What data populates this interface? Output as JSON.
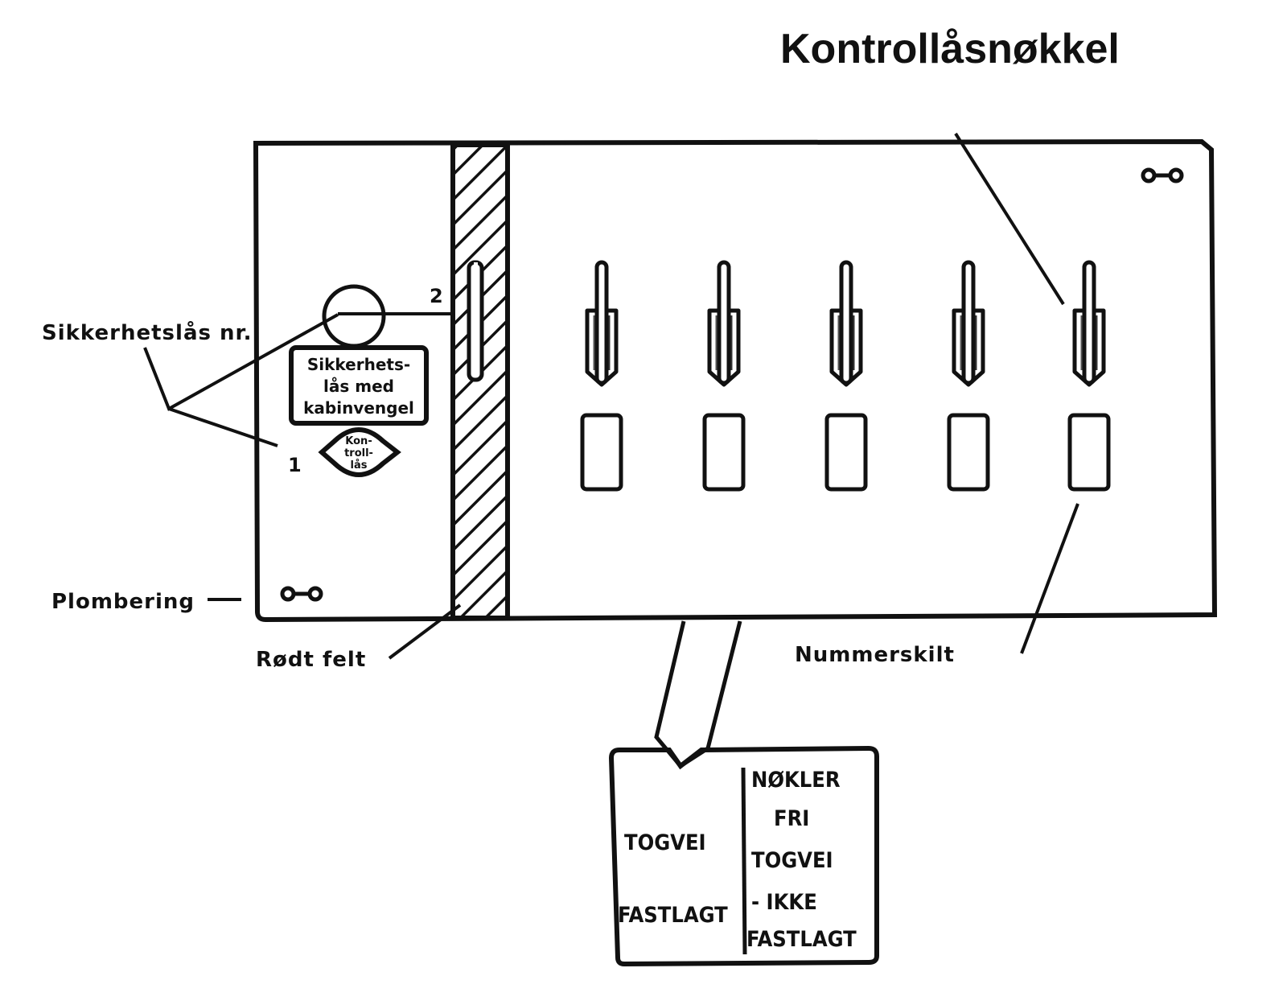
{
  "diagram": {
    "title": "Kontrollåsnøkkel",
    "labels": {
      "safety_lock_no": "Sikkerhetslås nr.",
      "sealing": "Plombering",
      "red_field": "Rødt felt",
      "number_plate": "Nummerskilt",
      "callout_1": "1",
      "callout_2": "2"
    },
    "safety_lock_plate": {
      "lines": [
        "Sikkerhets-",
        "lås med",
        "kabinvengel"
      ]
    },
    "control_lock_symbol": {
      "lines": [
        "Kon-",
        "troll-",
        "lås"
      ]
    },
    "key_count": 5,
    "number_plate_count": 5,
    "indicator_tag": {
      "left_lines": [
        "TOGVEI",
        "FASTLAGT"
      ],
      "right_lines": [
        "NØKLER",
        "FRI",
        "TOGVEI",
        "- IKKE",
        "FASTLAGT"
      ]
    },
    "colors": {
      "ink": "#111111",
      "paper": "#ffffff"
    }
  }
}
